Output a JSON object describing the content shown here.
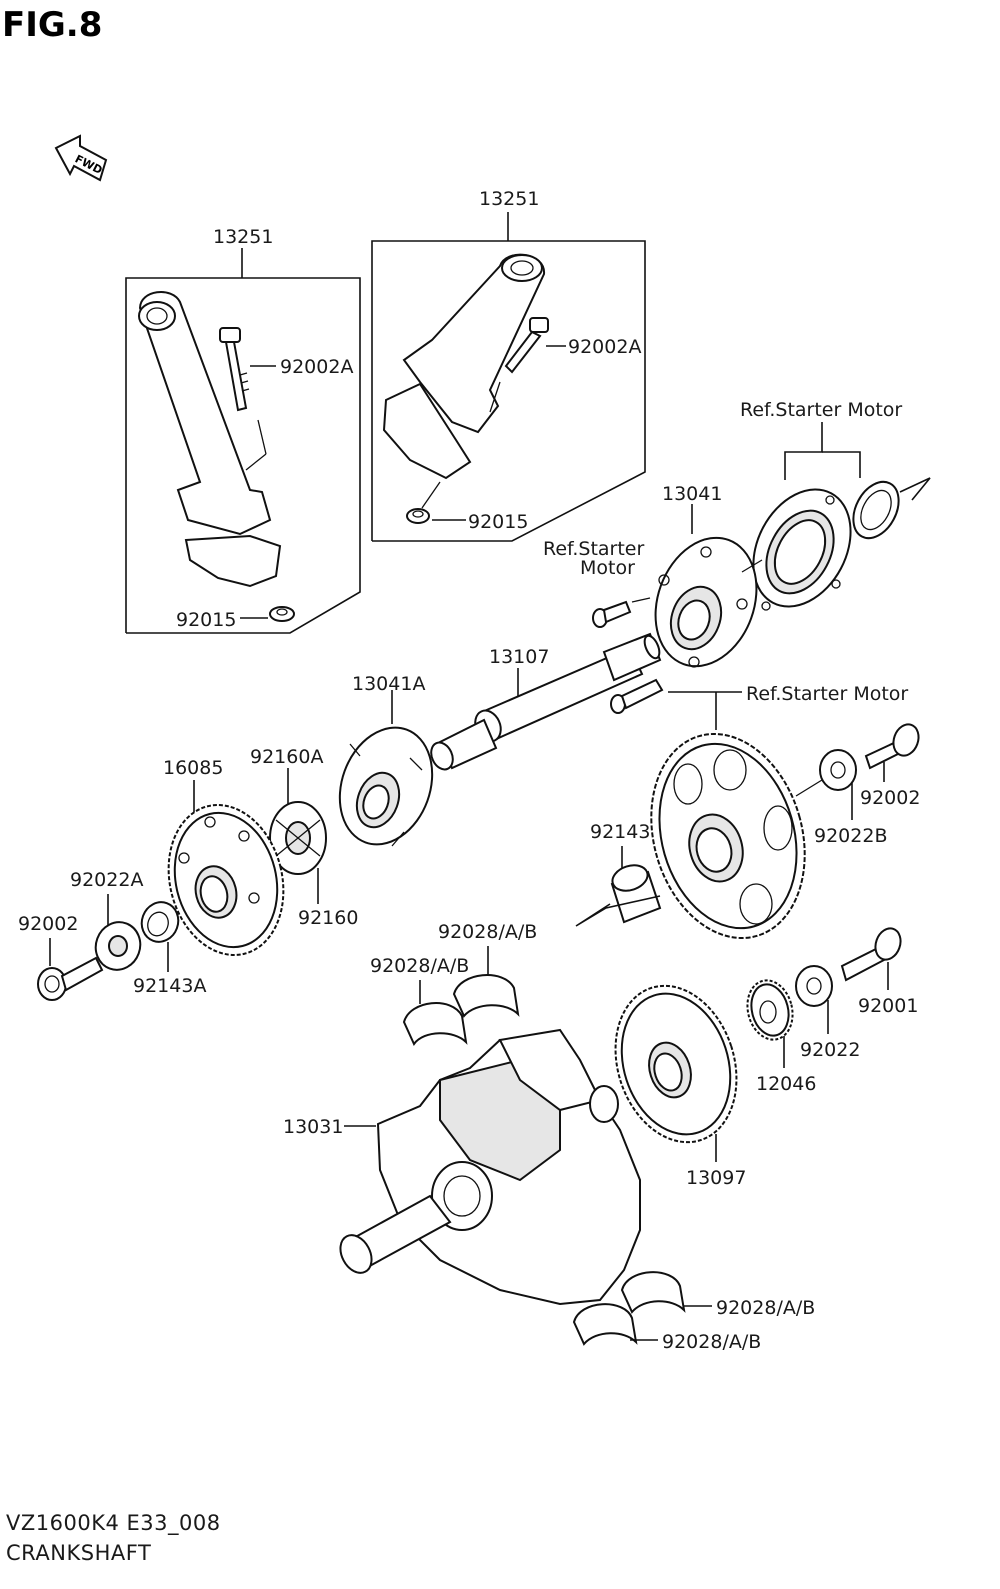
{
  "figure": {
    "title": "FIG.8",
    "fwd_label": "FWD"
  },
  "footer": {
    "model_code": "VZ1600K4 E33_008",
    "section": "CRANKSHAFT"
  },
  "callouts": {
    "con_rod_left": "13251",
    "con_rod_right": "13251",
    "bolt_left": "92002A",
    "bolt_right": "92002A",
    "nut_left": "92015",
    "nut_right": "92015",
    "ref_starter_top": "Ref.Starter Motor",
    "ref_starter_mid_line1": "Ref.Starter",
    "ref_starter_mid_line2": "Motor",
    "ref_starter_bottom": "Ref.Starter Motor",
    "clutch_housing": "13041",
    "shaft": "13107",
    "coupling_hub": "13041A",
    "damper_a": "92160A",
    "damper": "92160",
    "gear_16085": "16085",
    "washer_a": "92022A",
    "bolt_a": "92002",
    "bushing_a": "92143A",
    "bushing": "92143",
    "washer_b": "92022B",
    "bolt_b": "92002",
    "bearing_upper": "92028/A/B",
    "bearing_upper_2": "92028/A/B",
    "crankshaft": "13031",
    "crank_gear": "13097",
    "small_gear": "12046",
    "washer": "92022",
    "bolt_92001": "92001",
    "bearing_lower_1": "92028/A/B",
    "bearing_lower_2": "92028/A/B"
  }
}
